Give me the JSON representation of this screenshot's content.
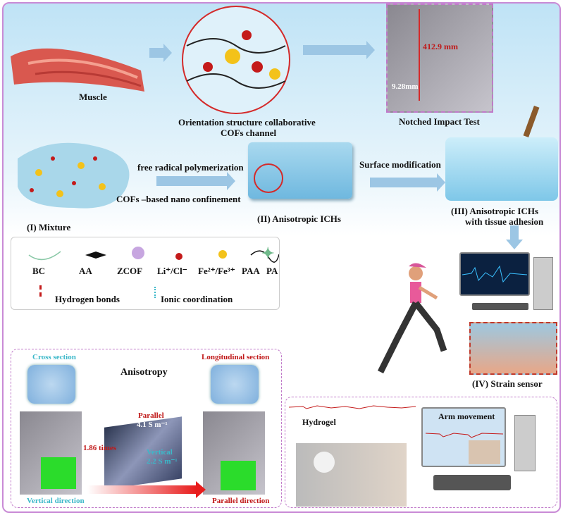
{
  "top": {
    "muscle_label": "Muscle",
    "channel_label_line1": "Orientation structure collaborative",
    "channel_label_line2": "COFs channel",
    "impact": {
      "height_value": "412.9 mm",
      "notch_value": "9.28mm",
      "label": "Notched Impact Test"
    },
    "mixture_label": "(I)  Mixture",
    "step1_top": "free radical polymerization",
    "step1_bottom": "COFs –based nano confinement",
    "ich_label": "(II) Anisotropic ICHs",
    "step2": "Surface modification",
    "adhesion_line1": "(III) Anisotropic ICHs",
    "adhesion_line2": "with  tissue adhesion",
    "sensor_label": "(IV) Strain sensor"
  },
  "legend": {
    "items": [
      "BC",
      "AA",
      "ZCOF",
      "Li⁺/Cl⁻",
      "Fe²⁺/Fe³⁺",
      "PAA",
      "PA"
    ],
    "bonds": [
      "Hydrogen bonds",
      "Ionic coordination"
    ]
  },
  "anisotropy": {
    "title": "Anisotropy",
    "cross": "Cross section",
    "longitudinal": "Longitudinal section",
    "parallel": "Parallel",
    "parallel_value": "4.1 S m⁻¹",
    "vertical": "Vertical",
    "vertical_value": "2.2 S m⁻¹",
    "ratio": "1.86 times",
    "vertical_dir": "Vertical direction",
    "parallel_dir": "Parallel direction"
  },
  "application": {
    "hydrogel": "Hydrogel",
    "arm": "Arm movement"
  },
  "colors": {
    "frame": "#c98bd6",
    "arrow": "#9cc6e4",
    "red": "#d42a2a",
    "cyan": "#3bb8c9"
  }
}
